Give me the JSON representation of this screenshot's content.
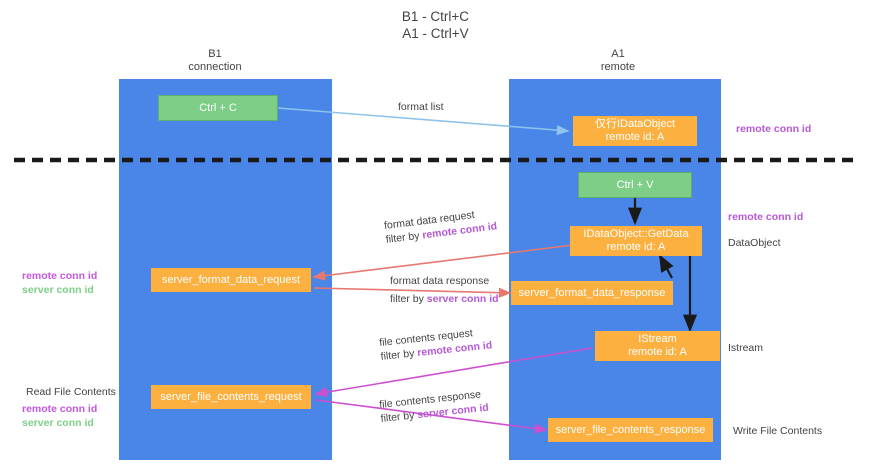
{
  "title": {
    "line1": "B1 - Ctrl+C",
    "line2": "A1 - Ctrl+V"
  },
  "lanes": [
    {
      "name": "B1",
      "sub": "connection"
    },
    {
      "name": "A1",
      "sub": "remote"
    }
  ],
  "boxes": {
    "ctrl_c": "Ctrl + C",
    "ctrl_v": "Ctrl + V",
    "idataobject_top_l1": "仅行IDataObject",
    "idataobject_top_l2": "remote id: A",
    "getdata_l1": "IDataObject::GetData",
    "getdata_l2": "remote id: A",
    "istream_l1": "IStream",
    "istream_l2": "remote id: A",
    "server_format_data_request": "server_format_data_request",
    "server_format_data_response": "server_format_data_response",
    "server_file_contents_request": "server_file_contents_request",
    "server_file_contents_response": "server_file_contents_response"
  },
  "edge_labels": {
    "format_list": "format list",
    "format_data_request": "format data request",
    "format_data_request_filter_pre": "filter by ",
    "format_data_request_filter_key": "remote conn id",
    "format_data_response": "format data response",
    "format_data_response_filter_pre": "filter by ",
    "format_data_response_filter_key": "server conn id",
    "file_contents_request": "file contents request",
    "file_contents_request_filter_pre": "filter by ",
    "file_contents_request_filter_key": "remote conn id",
    "file_contents_response": "file contents response",
    "file_contents_response_filter_pre": "filter by ",
    "file_contents_response_filter_key": "server conn id"
  },
  "right_labels": {
    "remote_conn_id_top": "remote conn id",
    "remote_conn_id_mid": "remote conn id",
    "dataobject": "DataObject",
    "istream": "Istream",
    "write_file_contents": "Write File Contents"
  },
  "left_labels": {
    "remote_conn_id_1": "remote conn id",
    "server_conn_id_1": "server conn id",
    "read_file_contents": "Read File Contents",
    "remote_conn_id_2": "remote conn id",
    "server_conn_id_2": "server conn id"
  },
  "colors": {
    "lane": "#4a86e8",
    "green": "#7fce88",
    "orange": "#fbb040",
    "purple": "#b659d6",
    "red_arrow": "#e8776f",
    "blue_arrow": "#8ec3ec",
    "magenta_arrow": "#cc4fd0",
    "divider": "#1a1a1a",
    "text": "#434343"
  }
}
